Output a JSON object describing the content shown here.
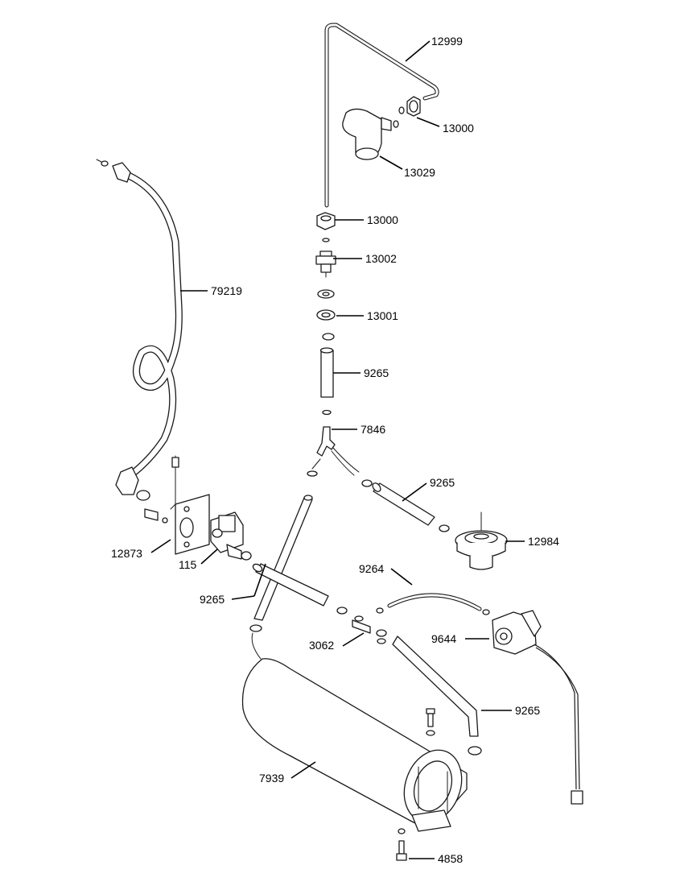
{
  "callouts": {
    "c12999": "12999",
    "c13000a": "13000",
    "c13029": "13029",
    "c13000b": "13000",
    "c13002": "13002",
    "c13001": "13001",
    "c9265a": "9265",
    "c7846": "7846",
    "c79219": "79219",
    "c9265b": "9265",
    "c12984": "12984",
    "c12873": "12873",
    "c115": "115",
    "c9264": "9264",
    "c9265c": "9265",
    "c3062": "3062",
    "c9644": "9644",
    "c9265d": "9265",
    "c7939": "7939",
    "c4858": "4858"
  }
}
